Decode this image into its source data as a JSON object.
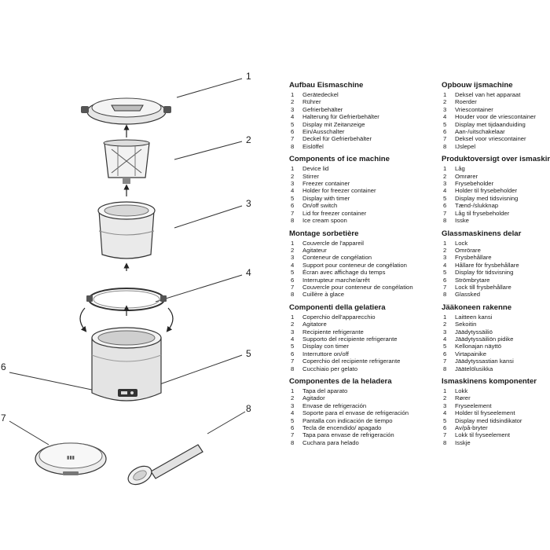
{
  "callouts": [
    "1",
    "2",
    "3",
    "4",
    "5",
    "6",
    "7",
    "8"
  ],
  "lid_label": "▮▮▮",
  "sections_left": [
    {
      "title": "Aufbau Eismaschine",
      "items": [
        {
          "n": "1",
          "t": "Gerätedeckel"
        },
        {
          "n": "2",
          "t": "Rührer"
        },
        {
          "n": "3",
          "t": "Gefrierbehälter"
        },
        {
          "n": "4",
          "t": "Halterung für Gefrierbehälter"
        },
        {
          "n": "5",
          "t": "Display mit Zeitanzeige"
        },
        {
          "n": "6",
          "t": "Ein/Ausschalter"
        },
        {
          "n": "7",
          "t": "Deckel für Gefrierbehälter"
        },
        {
          "n": "8",
          "t": "Eislöffel"
        }
      ]
    },
    {
      "title": "Components of ice machine",
      "items": [
        {
          "n": "1",
          "t": "Device lid"
        },
        {
          "n": "2",
          "t": "Stirrer"
        },
        {
          "n": "3",
          "t": "Freezer container"
        },
        {
          "n": "4",
          "t": "Holder for freezer container"
        },
        {
          "n": "5",
          "t": "Display with timer"
        },
        {
          "n": "6",
          "t": "On/off switch"
        },
        {
          "n": "7",
          "t": "Lid for freezer container"
        },
        {
          "n": "8",
          "t": "Ice cream spoon"
        }
      ]
    },
    {
      "title": "Montage sorbetière",
      "items": [
        {
          "n": "1",
          "t": "Couvercle de l'appareil"
        },
        {
          "n": "2",
          "t": "Agitateur"
        },
        {
          "n": "3",
          "t": "Conteneur de congélation"
        },
        {
          "n": "4",
          "t": "Support pour conteneur de congélation"
        },
        {
          "n": "5",
          "t": "Écran avec affichage du temps"
        },
        {
          "n": "6",
          "t": "Interrupteur marche/arrêt"
        },
        {
          "n": "7",
          "t": "Couvercle pour conteneur de congélation"
        },
        {
          "n": "8",
          "t": "Cuillère à glace"
        }
      ]
    },
    {
      "title": "Componenti della gelatiera",
      "items": [
        {
          "n": "1",
          "t": "Coperchio dell'apparecchio"
        },
        {
          "n": "2",
          "t": "Agitatore"
        },
        {
          "n": "3",
          "t": "Recipiente refrigerante"
        },
        {
          "n": "4",
          "t": "Supporto del recipiente refrigerante"
        },
        {
          "n": "5",
          "t": "Display con timer"
        },
        {
          "n": "6",
          "t": "Interruttore on/off"
        },
        {
          "n": "7",
          "t": "Coperchio del recipiente refrigerante"
        },
        {
          "n": "8",
          "t": "Cucchiaio per gelato"
        }
      ]
    },
    {
      "title": "Componentes de la heladera",
      "items": [
        {
          "n": "1",
          "t": "Tapa del aparato"
        },
        {
          "n": "2",
          "t": "Agitador"
        },
        {
          "n": "3",
          "t": "Envase de refrigeración"
        },
        {
          "n": "4",
          "t": "Soporte para el envase de refrigeración"
        },
        {
          "n": "5",
          "t": "Pantalla con indicación de tiempo"
        },
        {
          "n": "6",
          "t": "Tecla de encendido/ apagado"
        },
        {
          "n": "7",
          "t": "Tapa para envase de refrigeración"
        },
        {
          "n": "8",
          "t": "Cuchara para helado"
        }
      ]
    }
  ],
  "sections_right": [
    {
      "title": "Opbouw ijsmachine",
      "items": [
        {
          "n": "1",
          "t": "Deksel van het apparaat"
        },
        {
          "n": "2",
          "t": "Roerder"
        },
        {
          "n": "3",
          "t": "Vriescontainer"
        },
        {
          "n": "4",
          "t": "Houder voor de vriescontainer"
        },
        {
          "n": "5",
          "t": "Display met tijdaanduiding"
        },
        {
          "n": "6",
          "t": "Aan-/uitschakelaar"
        },
        {
          "n": "7",
          "t": "Deksel voor vriescontainer"
        },
        {
          "n": "8",
          "t": "IJslepel"
        }
      ]
    },
    {
      "title": "Produktoversigt over ismaskinen",
      "items": [
        {
          "n": "1",
          "t": "Låg"
        },
        {
          "n": "2",
          "t": "Omrører"
        },
        {
          "n": "3",
          "t": "Frysebeholder"
        },
        {
          "n": "4",
          "t": "Holder til frysebeholder"
        },
        {
          "n": "5",
          "t": "Display med tidsvisning"
        },
        {
          "n": "6",
          "t": "Tænd-/slukknap"
        },
        {
          "n": "7",
          "t": "Låg til frysebeholder"
        },
        {
          "n": "8",
          "t": "Isske"
        }
      ]
    },
    {
      "title": "Glassmaskinens delar",
      "items": [
        {
          "n": "1",
          "t": "Lock"
        },
        {
          "n": "2",
          "t": "Omrörare"
        },
        {
          "n": "3",
          "t": "Frysbehållare"
        },
        {
          "n": "4",
          "t": "Hållare för frysbehållare"
        },
        {
          "n": "5",
          "t": "Display för tidsvisning"
        },
        {
          "n": "6",
          "t": "Strömbrytare"
        },
        {
          "n": "7",
          "t": "Lock till frysbehållare"
        },
        {
          "n": "8",
          "t": "Glassked"
        }
      ]
    },
    {
      "title": "Jääkoneen rakenne",
      "items": [
        {
          "n": "1",
          "t": "Laitteen kansi"
        },
        {
          "n": "2",
          "t": "Sekoitin"
        },
        {
          "n": "3",
          "t": "Jäädytyssäiliö"
        },
        {
          "n": "4",
          "t": "Jäädytyssäiliön pidike"
        },
        {
          "n": "5",
          "t": "Kellonajan näyttö"
        },
        {
          "n": "6",
          "t": "Virtapainike"
        },
        {
          "n": "7",
          "t": "Jäädytyssastian kansi"
        },
        {
          "n": "8",
          "t": "Jäätelölusikka"
        }
      ]
    },
    {
      "title": "Ismaskinens komponenter",
      "items": [
        {
          "n": "1",
          "t": "Lokk"
        },
        {
          "n": "2",
          "t": "Rører"
        },
        {
          "n": "3",
          "t": "Fryseelement"
        },
        {
          "n": "4",
          "t": "Holder til fryseelement"
        },
        {
          "n": "5",
          "t": "Display med tidsindikator"
        },
        {
          "n": "6",
          "t": "Av/på-bryter"
        },
        {
          "n": "7",
          "t": "Lokk til fryseelement"
        },
        {
          "n": "8",
          "t": "Isskje"
        }
      ]
    }
  ]
}
